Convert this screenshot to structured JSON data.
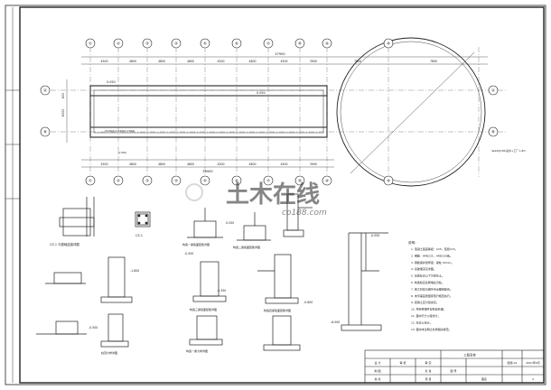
{
  "plan": {
    "axis_numbers": [
      "①",
      "②",
      "③",
      "④",
      "⑤",
      "⑥",
      "⑦",
      "⑧",
      "⑨",
      "⑩"
    ],
    "axis_letters": [
      "Ⓐ",
      "Ⓑ"
    ],
    "spans_top": [
      "4500",
      "4800",
      "4800",
      "4800",
      "4500",
      "4800",
      "4500",
      "3900",
      "7800",
      "7800"
    ],
    "total_top": "37900",
    "spans_bottom": [
      "4500",
      "4800",
      "4800",
      "4800",
      "4500",
      "4800",
      "4500",
      "3900"
    ],
    "total_bottom": "36900",
    "left_dims": [
      "600",
      "6000"
    ],
    "elevations": [
      "0.050",
      "0.050"
    ],
    "notes": [
      "2100(1)×120(h)×600",
      "-0.500",
      "4ψ10@150(底木+工厂 1.8m"
    ]
  },
  "details": {
    "section_titles": [
      "CZ-1 与基础连接详图",
      "CZ-1",
      "构造一梁截面配筋详图",
      "构造二梁截面配筋详图",
      "构造三梁截面配筋详图",
      "构造四梁截面配筋详图",
      "柱顶大样详图",
      "构造一梁大样详图"
    ],
    "levels": [
      "0.200",
      "-0.500",
      "-0.050",
      "-6.000",
      "-1.600",
      "-5.350",
      "-0.500",
      "-0.600"
    ]
  },
  "notes_block": {
    "heading": "说明：",
    "lines": [
      "1. 混凝土强度等级：C25，垫层C15。",
      "2. 钢筋：HPB235、HRB335级。",
      "3. 钢筋保护层厚度：梁柱 30mm。",
      "4. 基础埋深见详图。",
      "5. 基底标高以下为原状土。",
      "6. 构造柱应先砌墙后浇柱。",
      "7. 施工时应与相关专业图纸配合。",
      "8. 未尽事宜按国家现行规范执行。",
      "9. 回填土应分层夹实。",
      "10. 所有预埋件应防腐处理。",
      "11. 图中尺寸以毫米计。",
      "12. 标高以米计。",
      "13. 图中未注明之处按相关规范。"
    ]
  },
  "titleblock": {
    "project": "工程名称",
    "row_labels": [
      "设 计",
      "制 图",
      "校 对",
      "审 核"
    ],
    "mid_labels": [
      "审 定",
      "负 责",
      "项 目"
    ],
    "drawing_label": "图 号",
    "drawing_no": "结施-01",
    "date": "2007年6月",
    "scale_label": "图名",
    "page": "4"
  },
  "watermark": {
    "cn": "土木在线",
    "en": "co188.com"
  },
  "colors": {
    "line": "#1a1a1a",
    "grid": "#444444",
    "paper": "#ffffff"
  }
}
